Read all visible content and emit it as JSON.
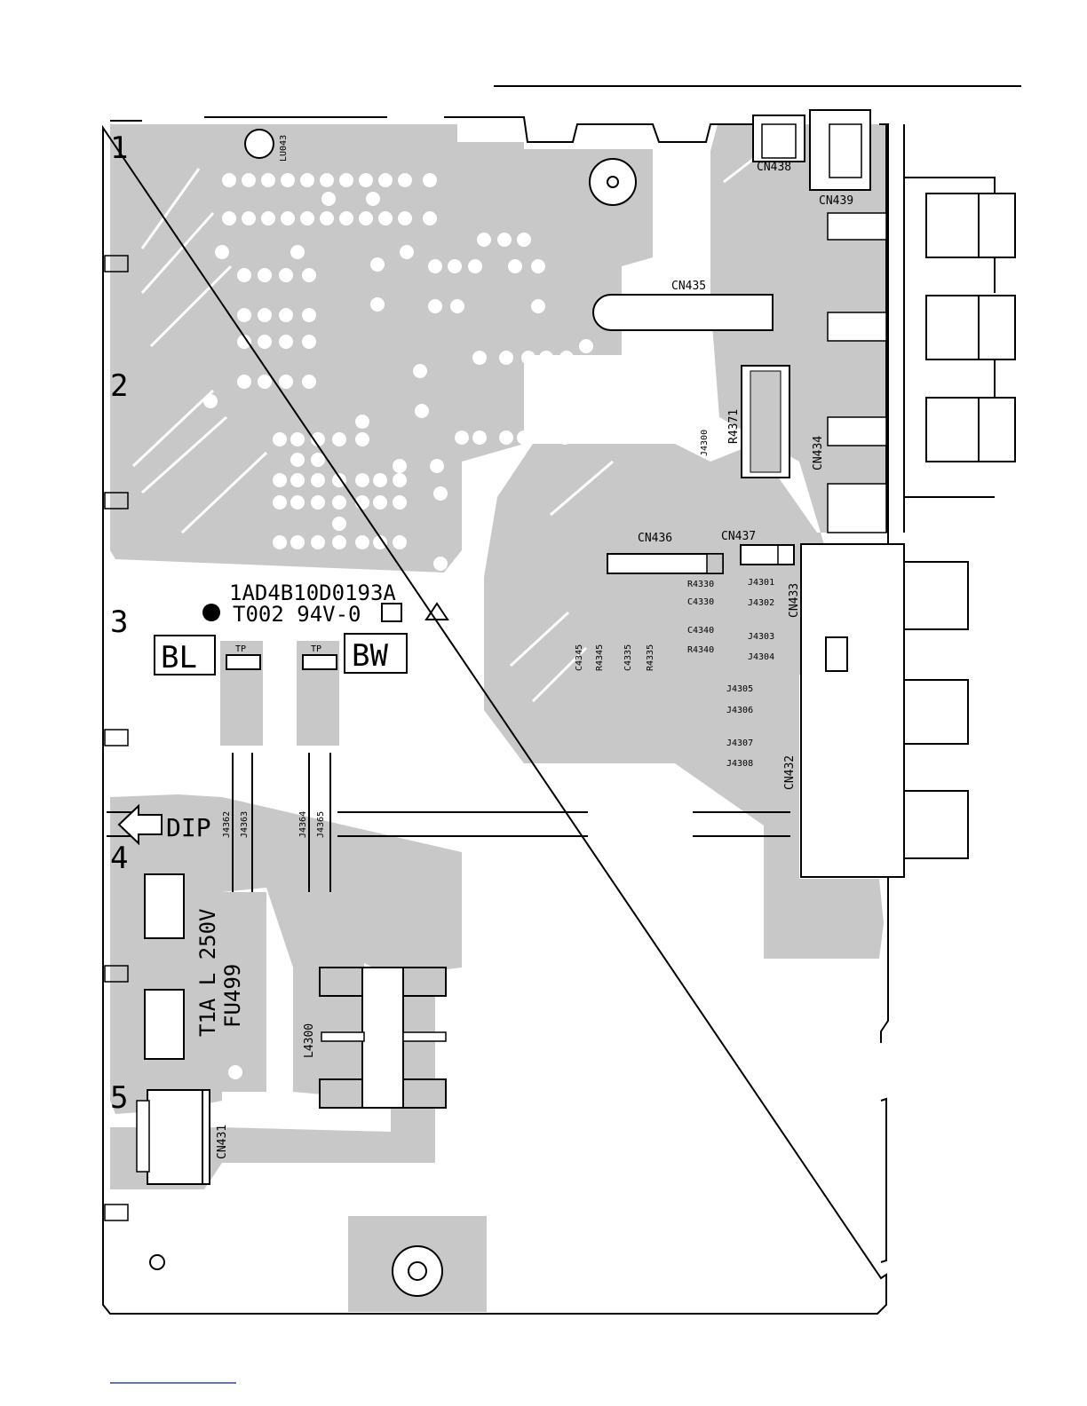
{
  "grid_numbers": [
    "1",
    "2",
    "3",
    "4",
    "5"
  ],
  "board": {
    "part_number": "1AD4B10D0193A",
    "marking": "T002 94V-0",
    "box_left": "BL",
    "box_right": "BW",
    "tp": "TP",
    "dip": "DIP",
    "fuse_rating": "T1A L 250V",
    "fuse": "FU499"
  },
  "components": {
    "lu": "LU043",
    "cn438": "CN438",
    "cn439": "CN439",
    "cn435": "CN435",
    "r4371": "R4371",
    "j4300": "J4300",
    "cn434": "CN434",
    "cn436": "CN436",
    "cn437": "CN437",
    "r4330": "R4330",
    "c4330": "C4330",
    "c4340": "C4340",
    "r4340": "R4340",
    "c4345": "C4345",
    "r4345": "R4345",
    "c4335": "C4335",
    "r4335": "R4335",
    "j4301": "J4301",
    "j4302": "J4302",
    "j4303": "J4303",
    "j4304": "J4304",
    "j4305": "J4305",
    "j4306": "J4306",
    "j4307": "J4307",
    "j4308": "J4308",
    "cn433": "CN433",
    "cn432": "CN432",
    "j4362": "J4362",
    "j4363": "J4363",
    "j4364": "J4364",
    "j4365": "J4365",
    "l4300": "L4300",
    "cn431": "CN431"
  }
}
